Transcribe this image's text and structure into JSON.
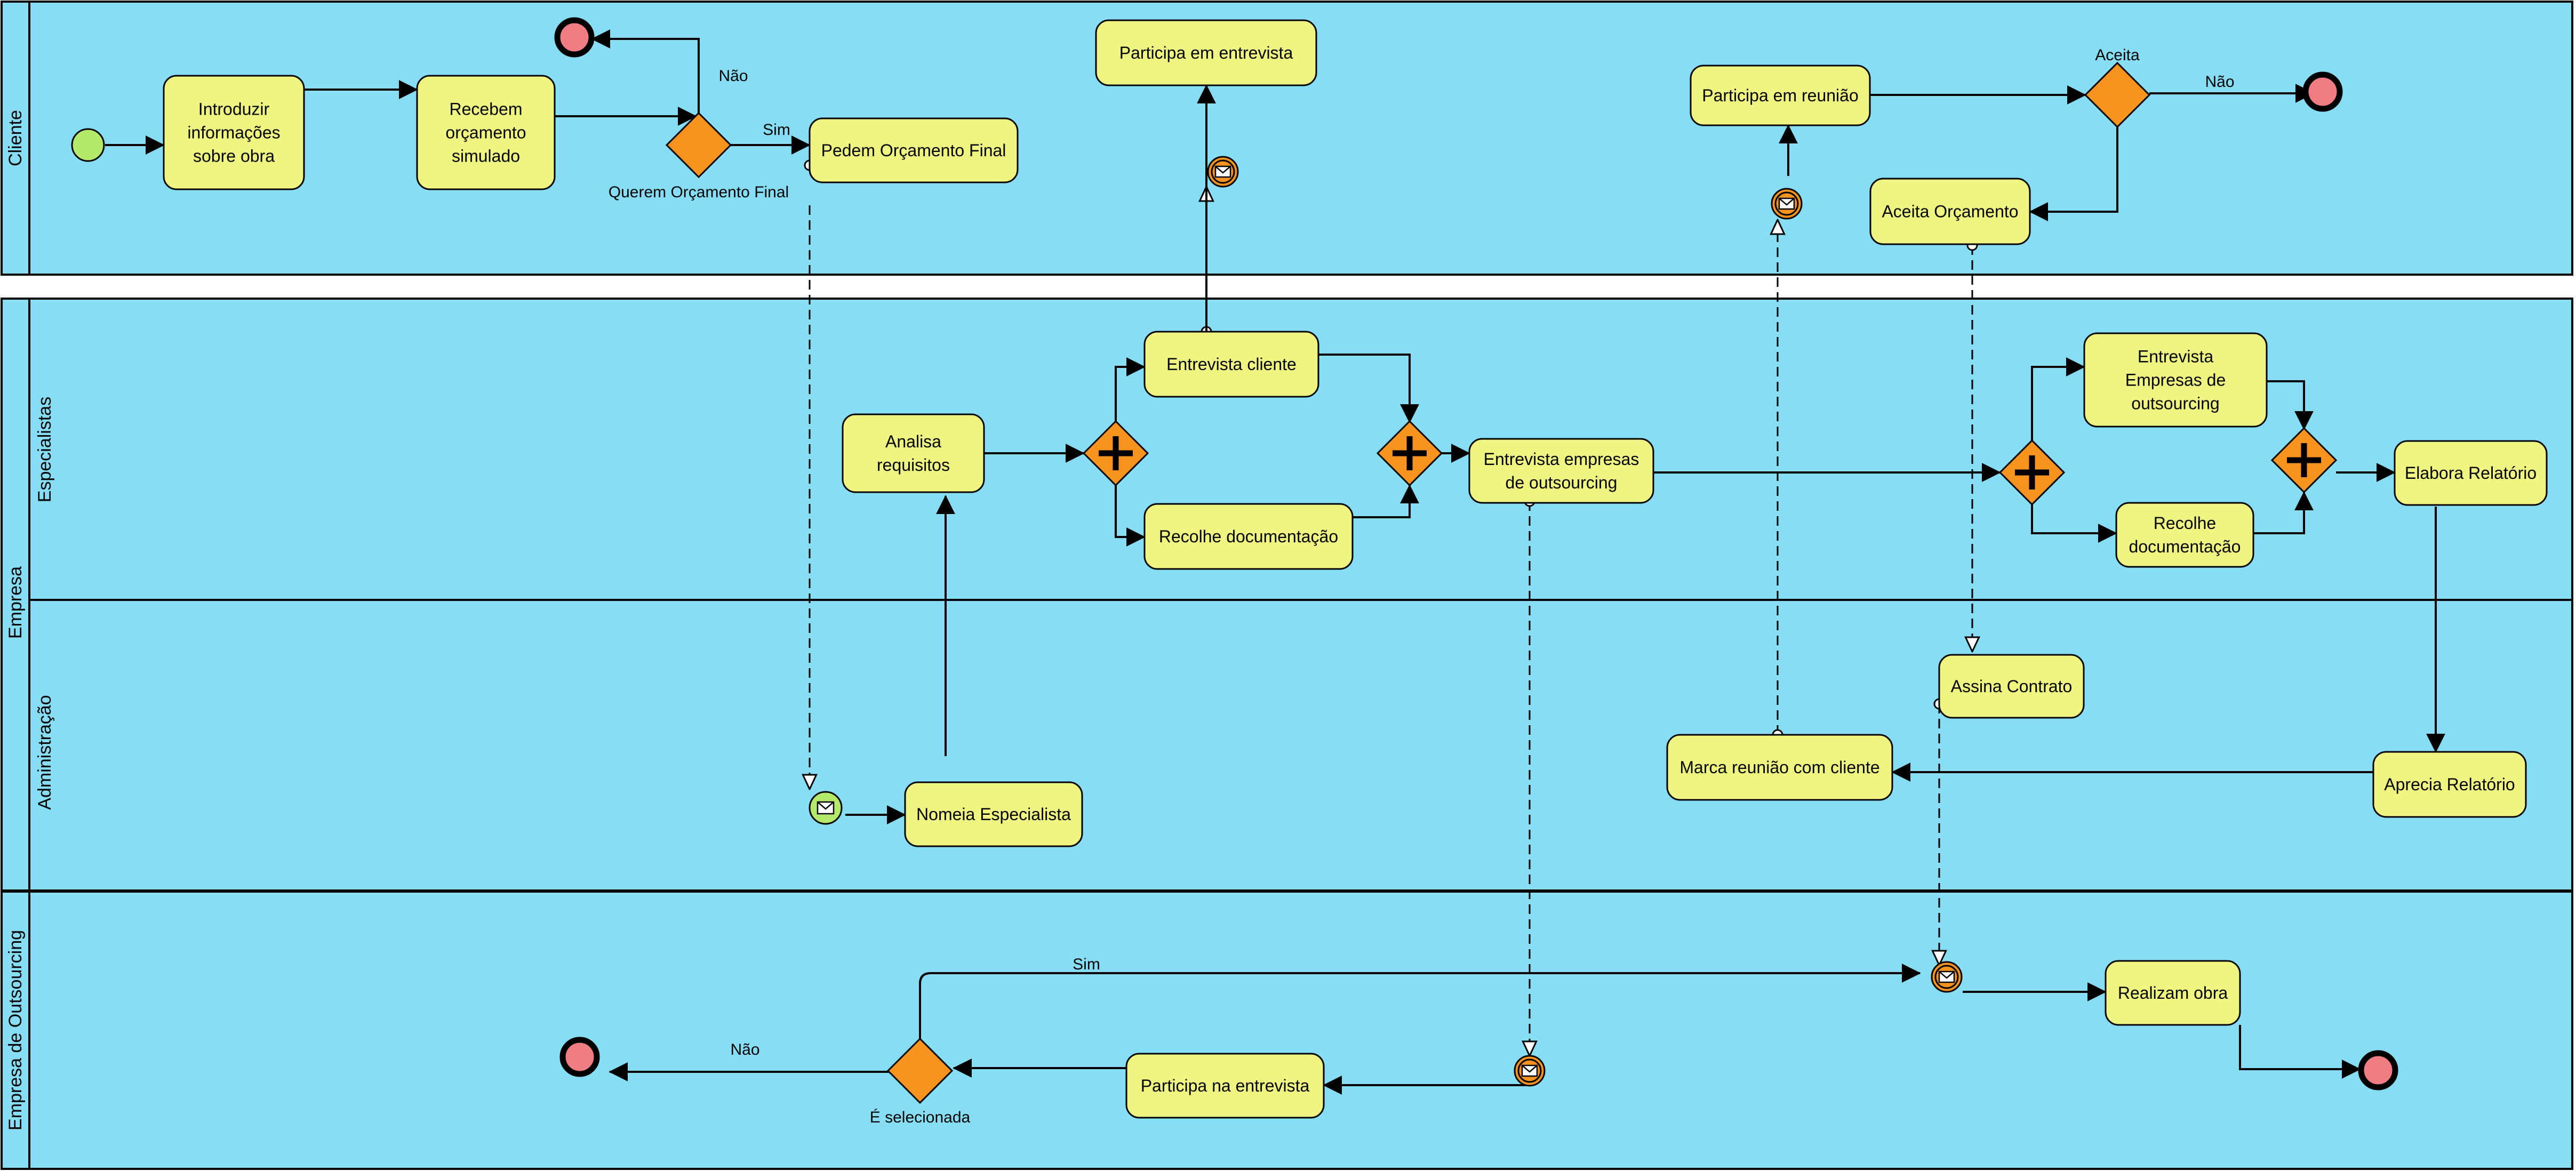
{
  "pools": {
    "cliente": "Cliente",
    "empresa": "Empresa",
    "outsourcing": "Empresa de Outsourcing"
  },
  "lanes": {
    "especialistas": "Especialistas",
    "administracao": "Administração"
  },
  "tasks": {
    "introduzir": [
      "Introduzir",
      "informações",
      "sobre obra"
    ],
    "recebem": [
      "Recebem",
      "orçamento",
      "simulado"
    ],
    "pedem": [
      "Pedem Orçamento Final"
    ],
    "participa_entrevista_cliente": [
      "Participa em entrevista"
    ],
    "participa_reuniao": [
      "Participa em reunião"
    ],
    "aceita_orcamento": [
      "Aceita Orçamento"
    ],
    "analisa": [
      "Analisa",
      "requisitos"
    ],
    "entrevista_cliente": [
      "Entrevista cliente"
    ],
    "recolhe_doc_1": [
      "Recolhe documentação"
    ],
    "entrevista_empresas": [
      "Entrevista empresas",
      "de outsourcing"
    ],
    "entrevista_empresas_2": [
      "Entrevista",
      "Empresas de",
      "outsourcing"
    ],
    "recolhe_doc_2": [
      "Recolhe",
      "documentação"
    ],
    "elabora": [
      "Elabora Relatório"
    ],
    "nomeia": [
      "Nomeia Especialista"
    ],
    "marca_reuniao": [
      "Marca reunião com cliente"
    ],
    "assina": [
      "Assina Contrato"
    ],
    "aprecia": [
      "Aprecia Relatório"
    ],
    "participa_na_entrevista": [
      "Participa na entrevista"
    ],
    "realizam": [
      "Realizam obra"
    ]
  },
  "gateways": {
    "querem": "Querem Orçamento Final",
    "aceita": "Aceita",
    "selecionada": "É selecionada"
  },
  "flow_labels": {
    "nao_1": "Não",
    "sim_1": "Sim",
    "nao_2": "Não",
    "sim_2": "Sim",
    "nao_3": "Não"
  },
  "colors": {
    "pool_fill": "#87DDF4",
    "task_fill": "#EEF580",
    "gateway_fill": "#F7931E",
    "start_fill": "#B5E96B",
    "end_fill": "#F07C84"
  }
}
